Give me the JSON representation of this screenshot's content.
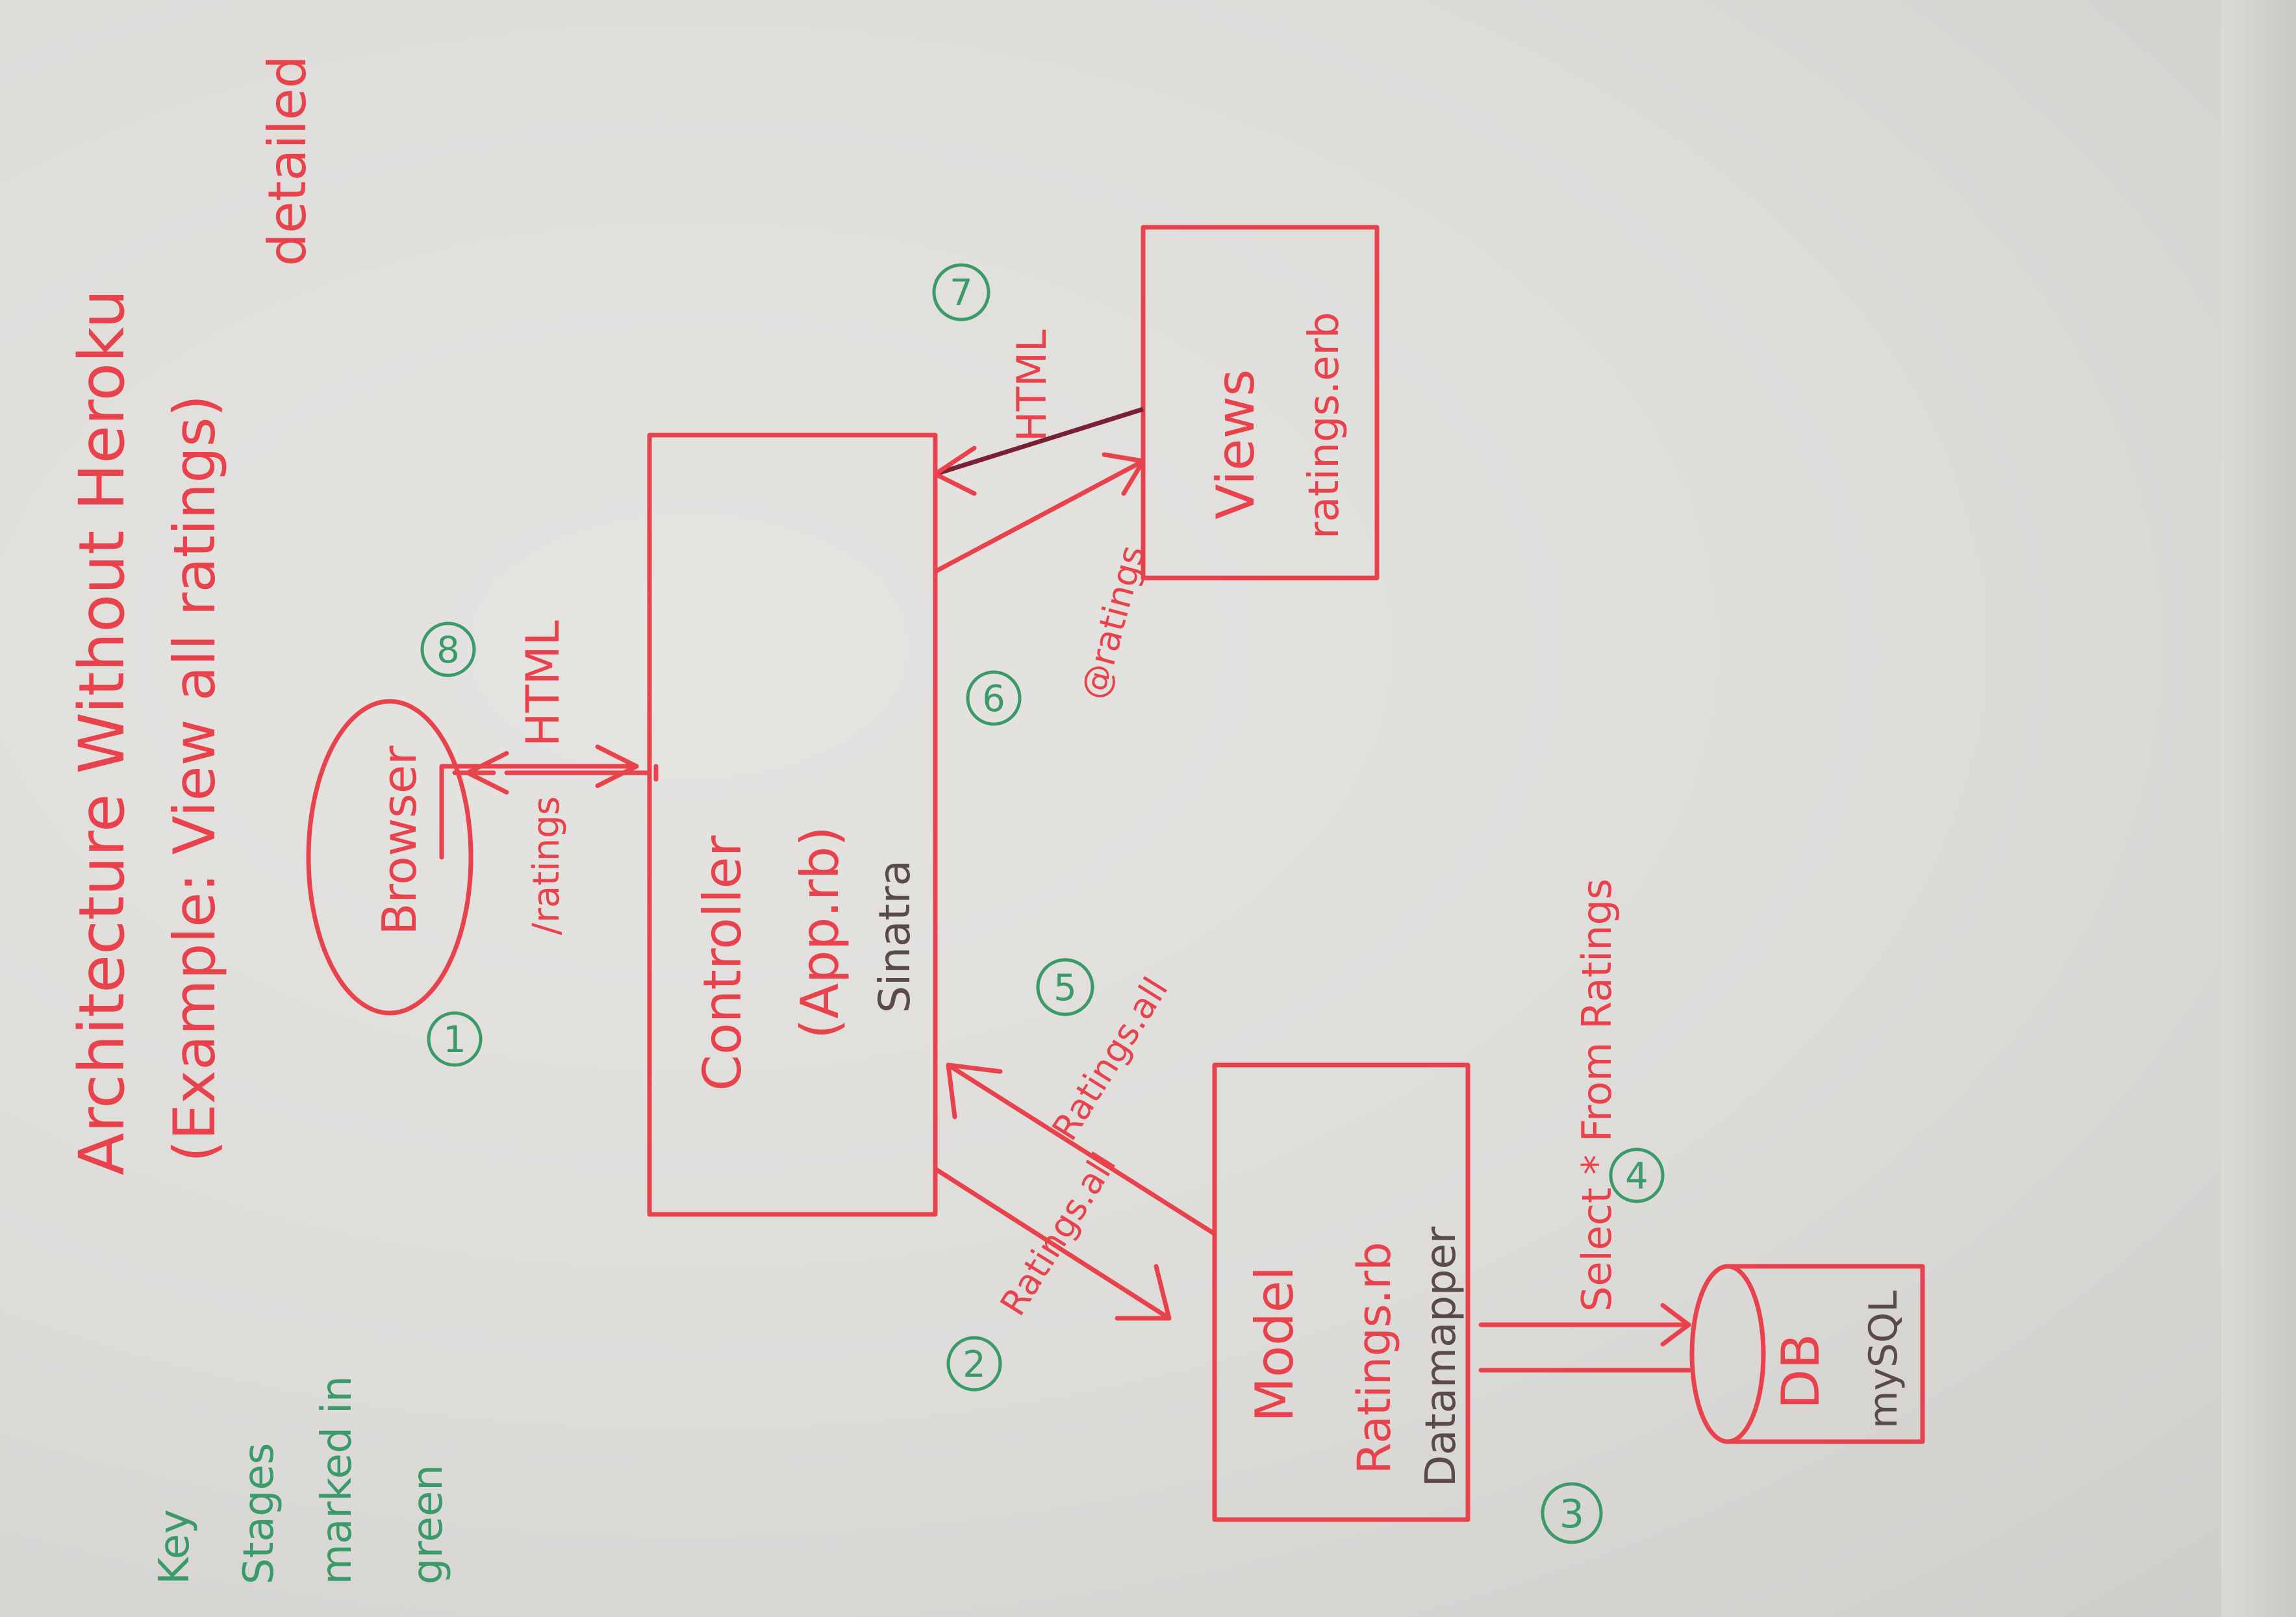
{
  "title": {
    "line1": "Architecture Without Heroku",
    "line2": "(Example: View all ratings)",
    "note": "detailed"
  },
  "key": {
    "label": "Key",
    "line1": "Stages",
    "line2": "marked in",
    "line3": "green"
  },
  "nodes": {
    "browser": {
      "label": "Browser"
    },
    "controller": {
      "label": "Controller",
      "file": "(App.rb)",
      "framework": "Sinatra"
    },
    "model": {
      "label": "Model",
      "file": "Ratings.rb",
      "orm": "Datamapper"
    },
    "db": {
      "label": "DB",
      "engine": "mySQL"
    },
    "views": {
      "label": "Views",
      "file": "ratings.erb"
    }
  },
  "edges": {
    "request": "/ratings",
    "model_call": "Ratings.all",
    "model_return": "Ratings.all",
    "query": "Select * From Ratings",
    "view_data": "@ratings",
    "view_html": "HTML",
    "response_html": "HTML"
  },
  "stages": [
    "1",
    "2",
    "3",
    "4",
    "5",
    "6",
    "7",
    "8"
  ],
  "colors": {
    "ink": "#e8434d",
    "stage": "#3a9a6a",
    "pencil": "#5a4a4a",
    "paper": "#e2e0dd"
  }
}
